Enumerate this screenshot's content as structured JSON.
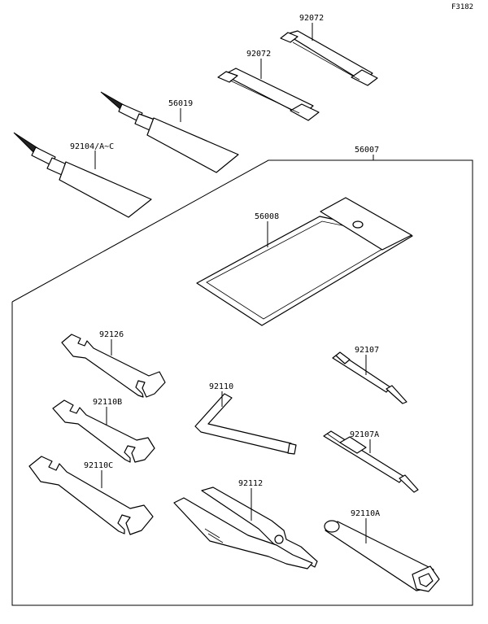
{
  "figure_code": "F3182",
  "labels": {
    "strap_top": "92072",
    "strap_mid": "92072",
    "tube_small": "56019",
    "tube_large": "92104/A~C",
    "toolkit": "56007",
    "pouch": "56008",
    "wrench_1": "92126",
    "wrench_2": "92110B",
    "wrench_3": "92110C",
    "hex_key": "92110",
    "screwdriver_1": "92107",
    "screwdriver_2": "92107A",
    "pliers": "92112",
    "box_wrench": "92110A"
  }
}
